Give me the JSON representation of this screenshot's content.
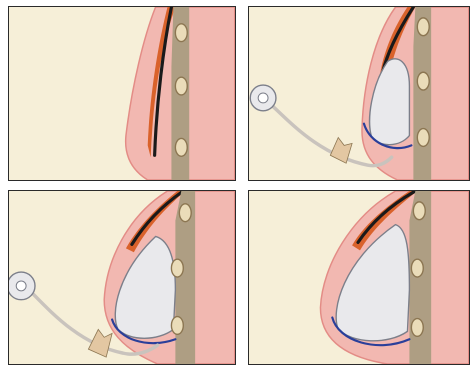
{
  "colors": {
    "background": "#f6efd8",
    "skin": "#f2b8b1",
    "skin_light": "#f7cfc9",
    "skin_outline": "#e38c86",
    "fat_layer": "#d9622b",
    "black_line": "#1a1a1a",
    "muscle": "#ae9e83",
    "rib": "#eadcb9",
    "rib_outline": "#8c7652",
    "implant_fill": "#e9e9ec",
    "implant_outline": "#7c7f8a",
    "capsule_line": "#2a3f9a",
    "tube": "#c9c3bd",
    "valve": "#e3c7a2",
    "panel_border": "#2a2a2a"
  },
  "panels": [
    {
      "name": "stage-1-before",
      "has_implant": false,
      "has_injection_port": false,
      "implant_fill_level": 0.0
    },
    {
      "name": "stage-2-partial-fill",
      "has_implant": true,
      "has_injection_port": true,
      "implant_fill_level": 0.45
    },
    {
      "name": "stage-3-further-fill",
      "has_implant": true,
      "has_injection_port": true,
      "implant_fill_level": 0.75
    },
    {
      "name": "stage-4-final",
      "has_implant": true,
      "has_injection_port": false,
      "implant_fill_level": 1.0
    }
  ]
}
